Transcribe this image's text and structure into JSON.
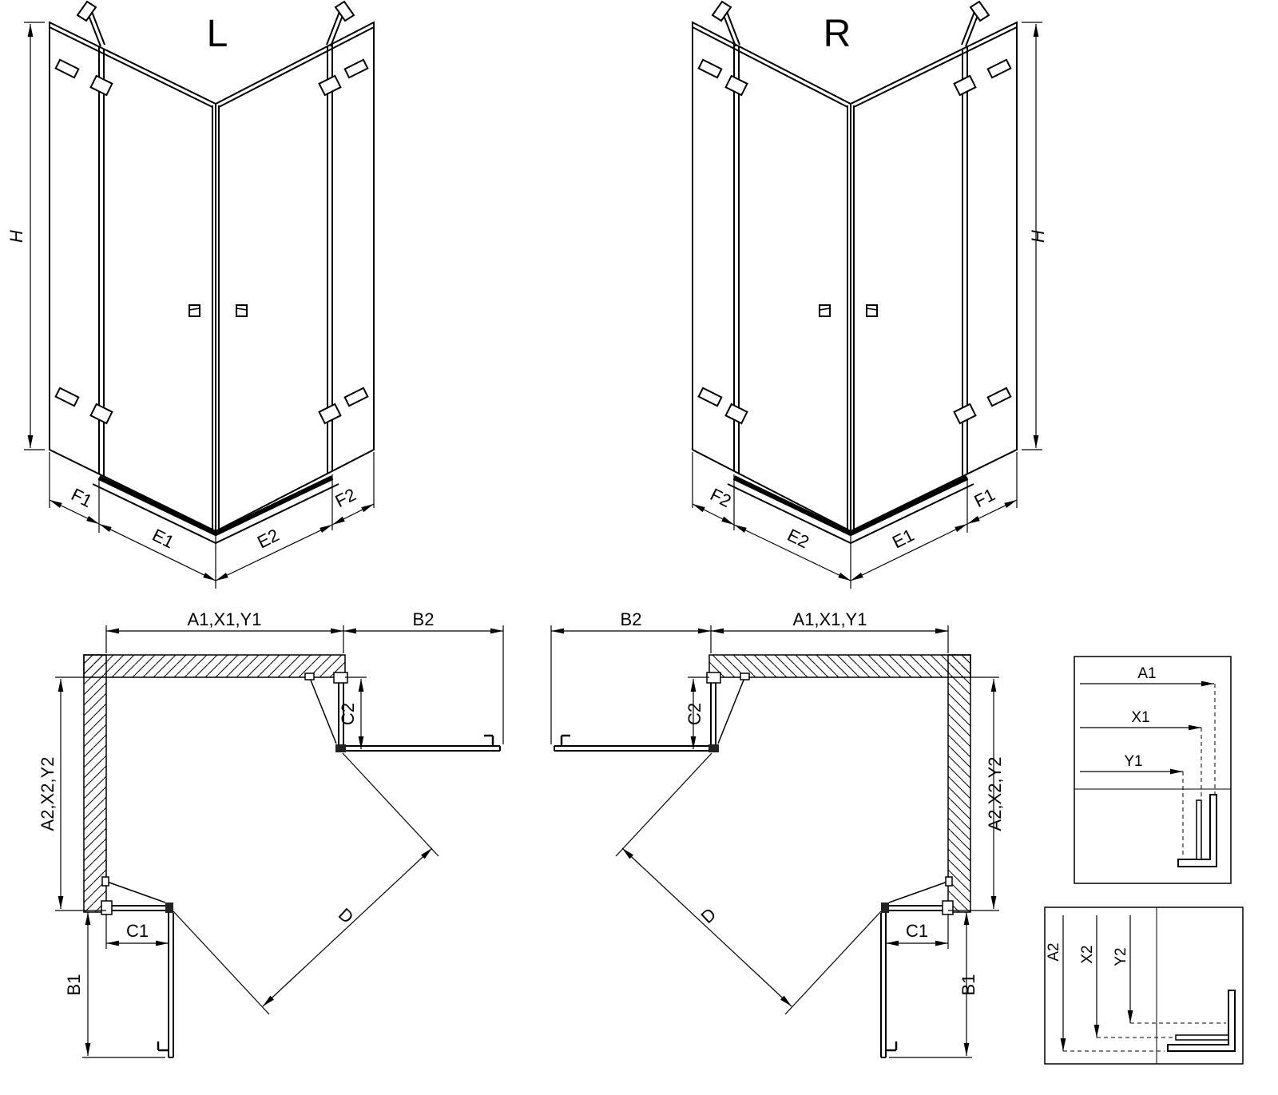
{
  "page": {
    "background": "#ffffff",
    "line_color": "#000000"
  },
  "perspective_views": {
    "left": {
      "variant": "L",
      "height_label": "H",
      "bottom_left_labels": [
        "F1",
        "E1"
      ],
      "bottom_right_labels": [
        "E2",
        "F2"
      ]
    },
    "right": {
      "variant": "R",
      "height_label": "H",
      "bottom_left_labels": [
        "F2",
        "E2"
      ],
      "bottom_right_labels": [
        "E1",
        "F1"
      ]
    }
  },
  "plan_views": {
    "left": {
      "width_label": "A1,X1,Y1",
      "door_width_label": "B2",
      "fixed_side_label": "C2",
      "depth_label": "A2,X2,Y2",
      "fixed_front_label": "C1",
      "door_front_label": "B1",
      "diagonal_label": "D"
    },
    "right": {
      "width_label": "A1,X1,Y1",
      "door_width_label": "B2",
      "fixed_side_label": "C2",
      "depth_label": "A2,X2,Y2",
      "fixed_front_label": "C1",
      "door_front_label": "B1",
      "diagonal_label": "D"
    }
  },
  "detail_boxes": {
    "width_reference": {
      "labels": [
        "A1",
        "X1",
        "Y1"
      ]
    },
    "depth_reference": {
      "labels": [
        "A2",
        "X2",
        "Y2"
      ]
    }
  }
}
